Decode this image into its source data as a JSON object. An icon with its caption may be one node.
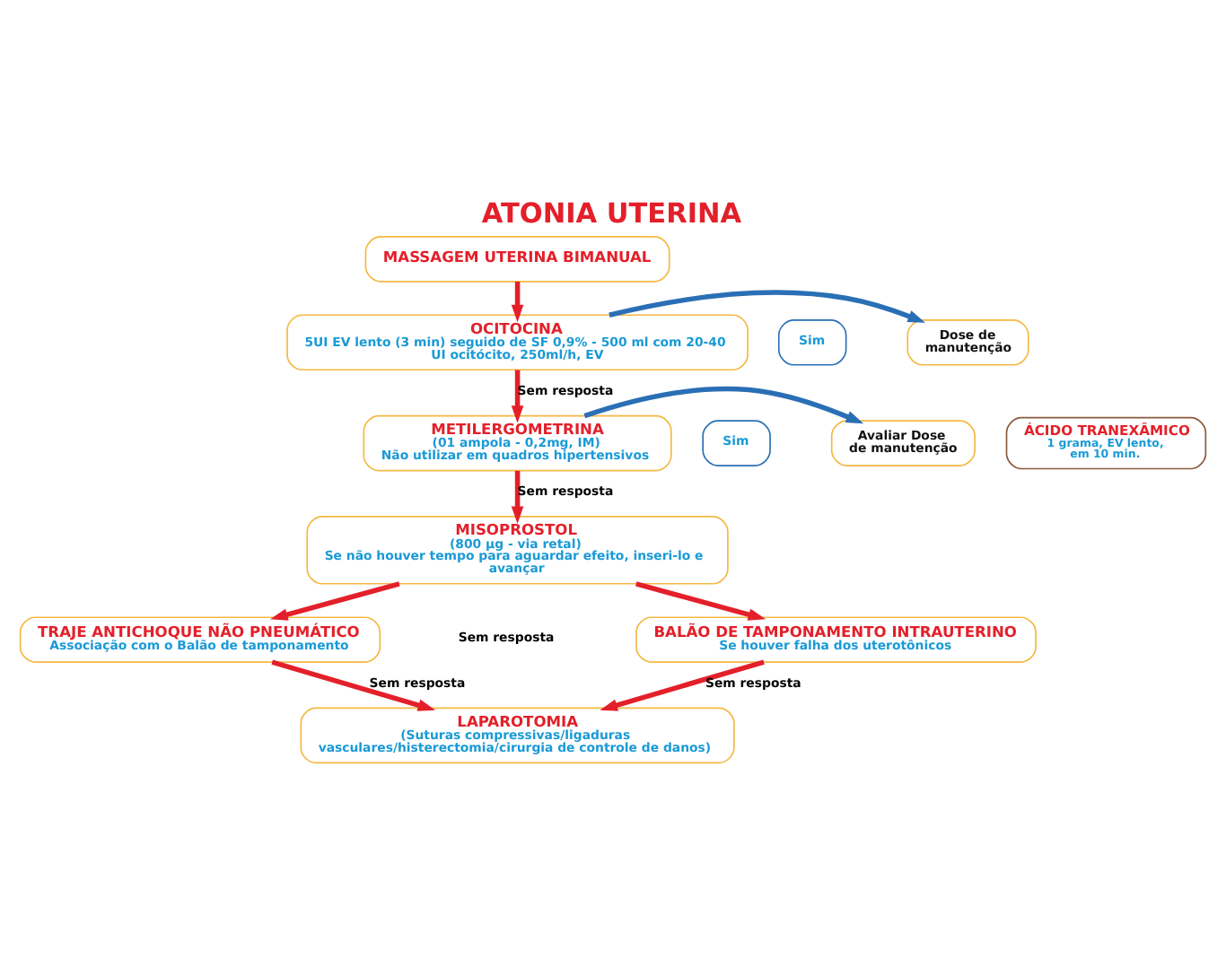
{
  "diagram": {
    "title": "ATONIA UTERINA",
    "nodes": [
      {
        "text": [
          "MASSAGEM UTERINA BIMANUAL"
        ]
      },
      {
        "text": [
          "OCITOCINA",
          "5UI EV lento (3 min) seguido de SF 0,9% - 500 ml com 20-40 UI ocitócito, 250ml/h, EV"
        ]
      },
      {
        "text": [
          "METILERGOMETRINA",
          "(01 ampola - 0,2mg, IM)",
          "Não utilizar em quadros hipertensivos"
        ]
      },
      {
        "text": [
          "MISOPROSTOL",
          "(800 µg - via retal)",
          "Se não houver tempo para aguardar efeito, inseri-lo e avançar"
        ]
      },
      {
        "text": [
          "TRAJE ANTICHOQUE NÃO PNEUMÁTICO",
          "Associação com o Balão de tamponamento"
        ]
      },
      {
        "text": [
          "BALÃO DE TAMPONAMENTO INTRAUTERINO",
          "Se houver falha dos uterotônicos"
        ]
      },
      {
        "text": [
          "LAPAROTOMIA",
          "(Suturas compressivas/ligaduras vasculares/histerectomia/cirurgia de controle de danos)"
        ]
      },
      {
        "text": [
          "ÁCIDO TRANEXÂMICO",
          "1 grama, EV lento, em 10 min."
        ]
      },
      {
        "text": [
          "Sim"
        ]
      },
      {
        "text": [
          "Dose de manutenção"
        ]
      },
      {
        "text": [
          "Sim"
        ]
      },
      {
        "text": [
          "Avaliar Dose de manutenção"
        ]
      }
    ],
    "edges": [
      {
        "from": 0,
        "to": 1,
        "arrow": "to"
      },
      {
        "from": 1,
        "to": 2,
        "arrow": "to",
        "label": "Sem resposta"
      },
      {
        "from": 2,
        "to": 3,
        "arrow": "to",
        "label": "Sem resposta"
      },
      {
        "from": 3,
        "to": 4,
        "arrow": "to"
      },
      {
        "from": 3,
        "to": 5,
        "arrow": "to"
      },
      {
        "from": 4,
        "to": 6,
        "arrow": "to",
        "label": "Sem resposta"
      },
      {
        "from": 5,
        "to": 6,
        "arrow": "to",
        "label": "Sem resposta"
      },
      {
        "from": 1,
        "to": 9,
        "arrow": "to",
        "color": "#2a6fb5"
      },
      {
        "from": 2,
        "to": 11,
        "arrow": "to",
        "color": "#2a6fb5"
      }
    ],
    "labels": [
      "Sem resposta"
    ]
  }
}
